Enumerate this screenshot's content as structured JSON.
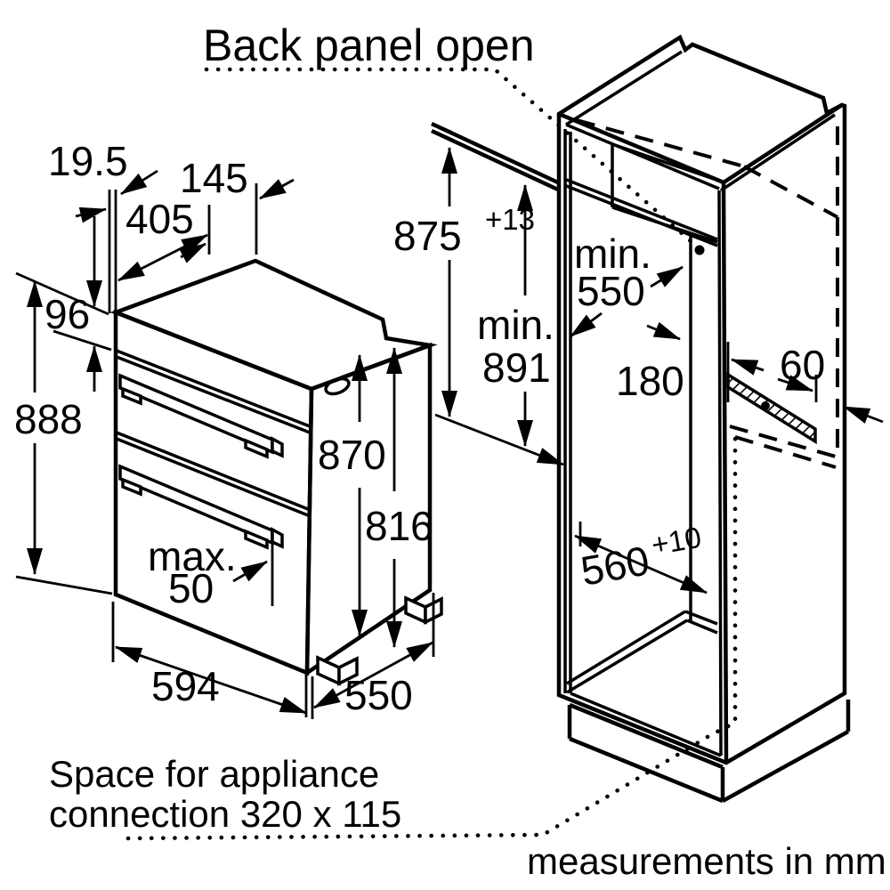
{
  "title": "Back panel open",
  "units_note": "measurements in mm",
  "connection_note": {
    "line1": "Space for appliance",
    "line2": "connection 320 x 115"
  },
  "colors": {
    "ink": "#000000",
    "background": "#ffffff"
  },
  "oven": {
    "trim_width": "19.5",
    "top_depth": "405",
    "top_back_depth": "145",
    "control_panel_height": "96",
    "total_height": "888",
    "height_back": "870",
    "height_body": "816",
    "handle_max_label": "max.",
    "handle_max_value": "50",
    "width": "594",
    "depth": "550"
  },
  "cabinet": {
    "niche_height": "875",
    "niche_height_tolerance": "+13",
    "min_height_label": "min.",
    "min_height": "891",
    "min_depth_label": "min.",
    "min_depth": "550",
    "recess_offset": "180",
    "connection_side_offset": "60",
    "niche_width": "560",
    "niche_width_tolerance": "+10"
  }
}
